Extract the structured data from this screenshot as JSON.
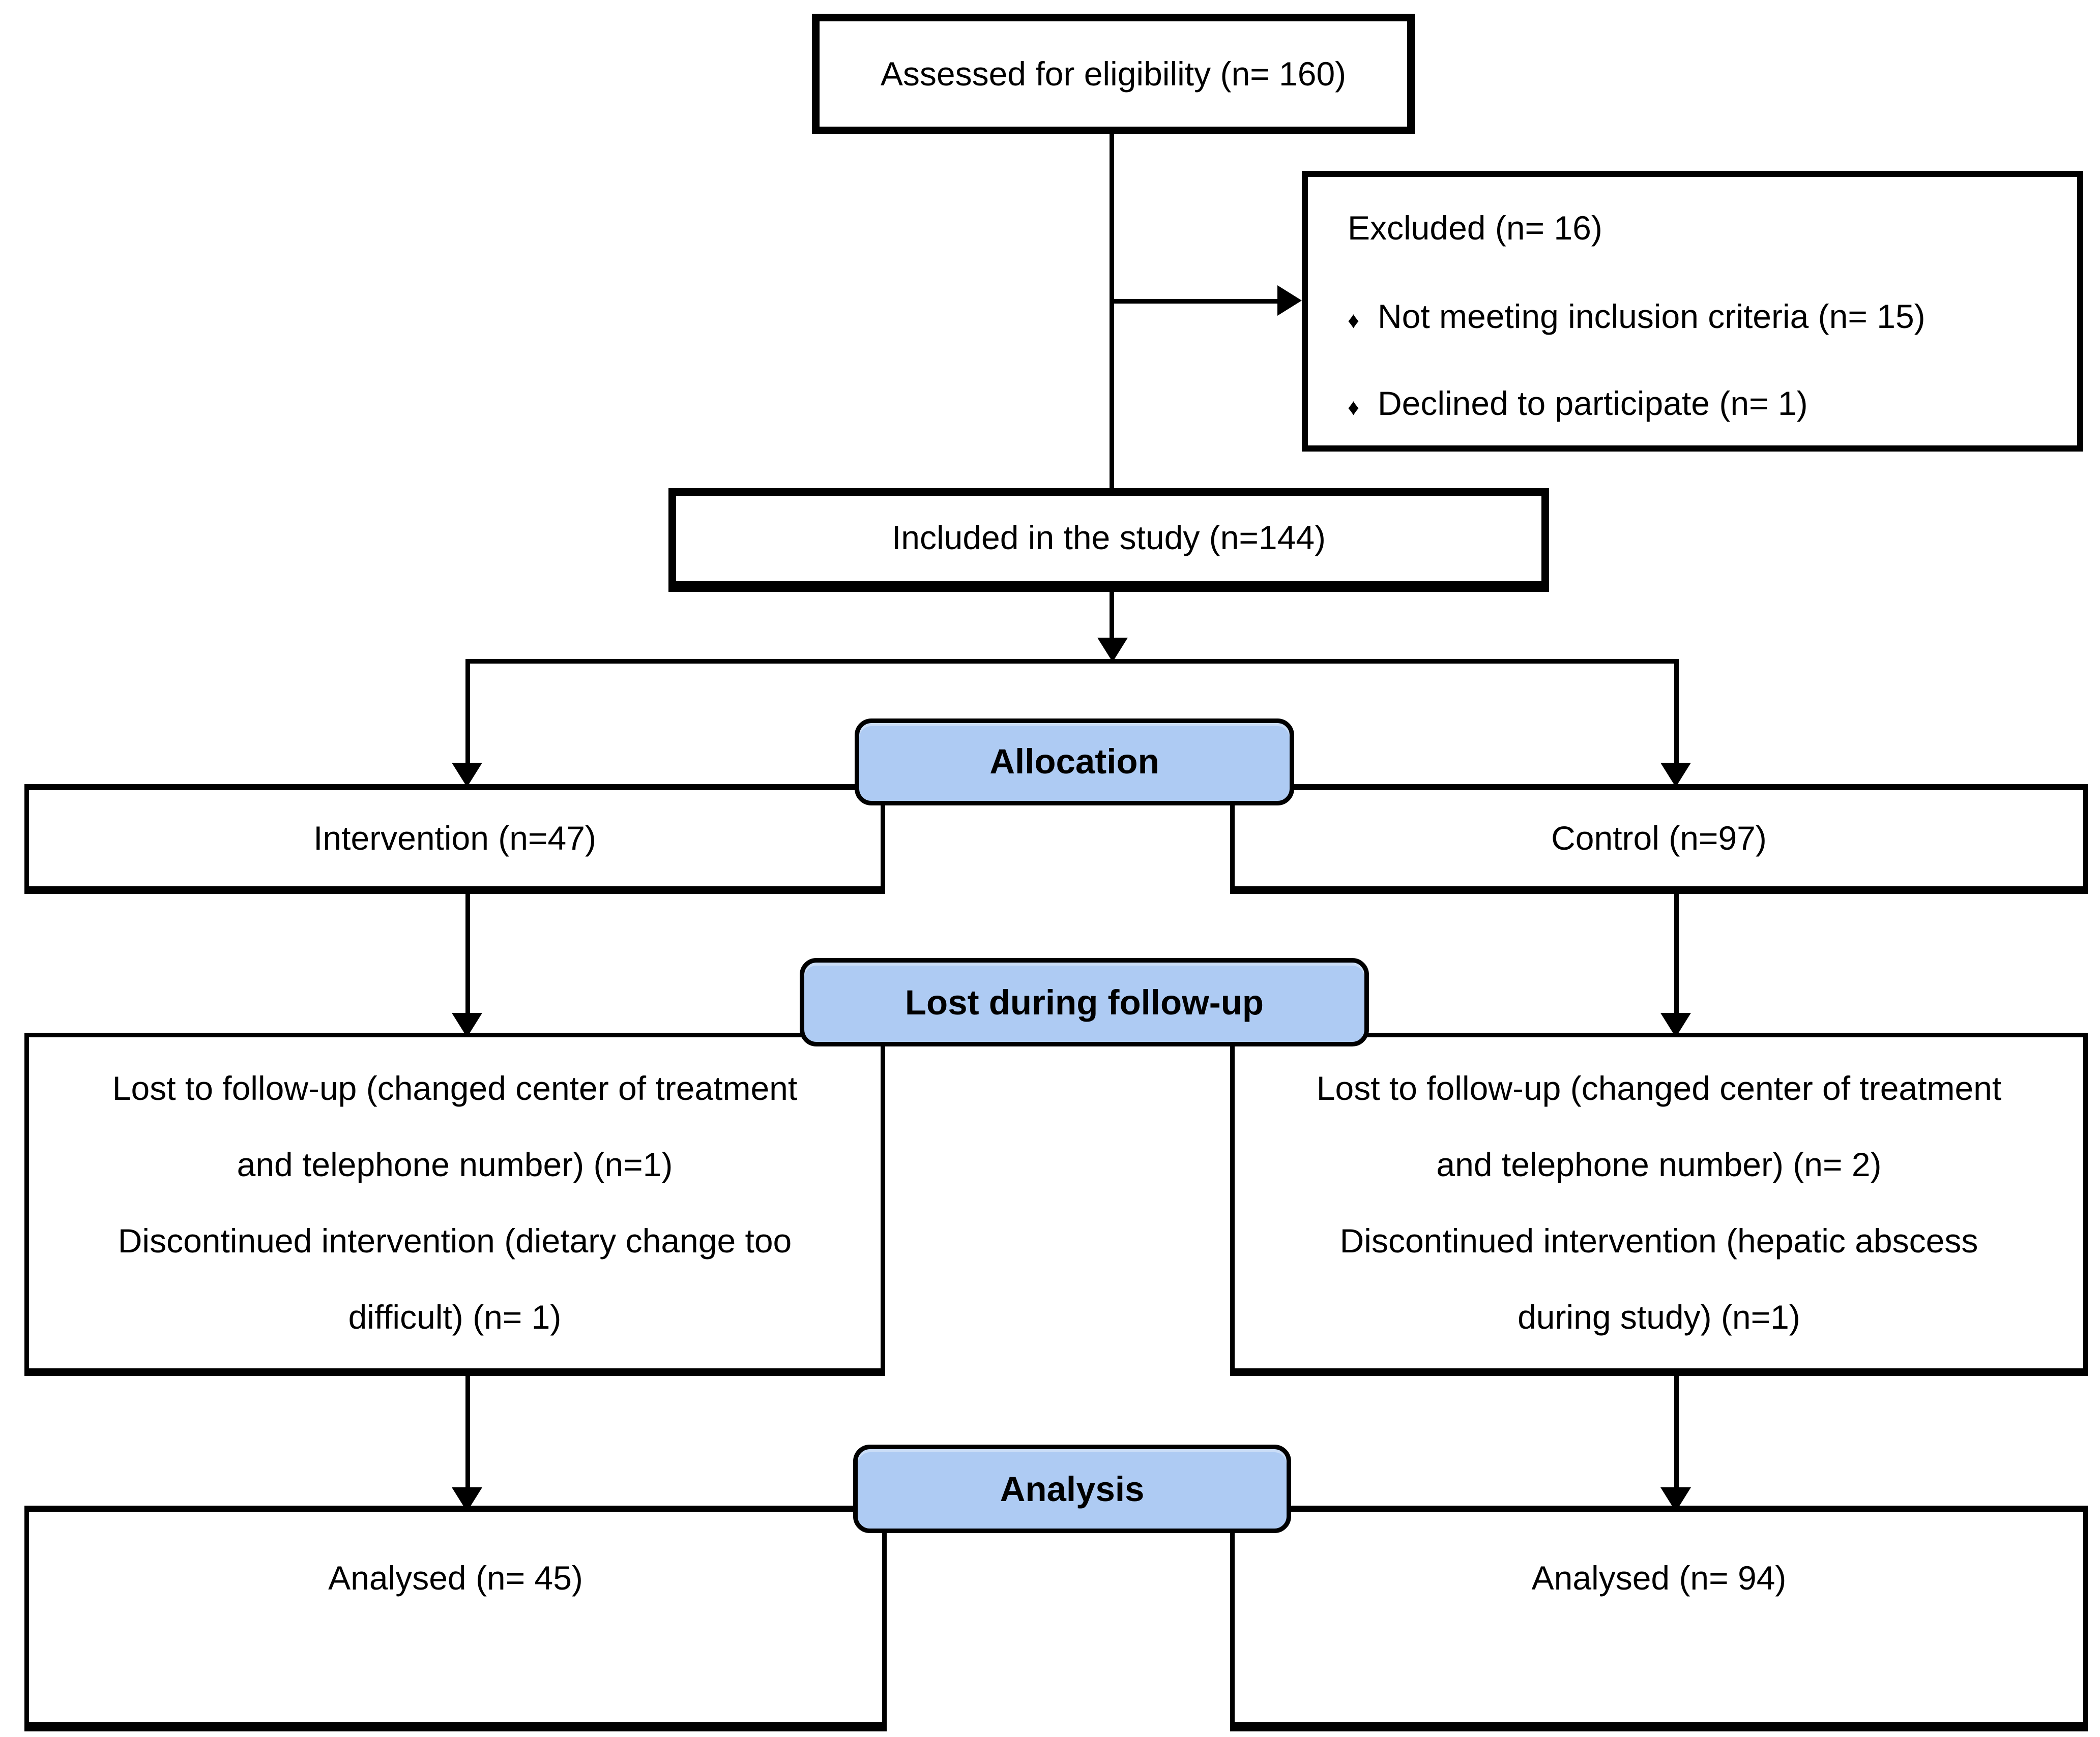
{
  "boxes": {
    "assessed": {
      "text": "Assessed for eligibility (n= 160)"
    },
    "excluded": {
      "title": "Excluded (n= 16)",
      "bullet_icon": "♦",
      "bullets": [
        "Not meeting inclusion criteria (n= 15)",
        "Declined to participate (n= 1)"
      ]
    },
    "included": {
      "text": "Included in the study (n=144)"
    },
    "intervention": {
      "text": "Intervention (n=47)"
    },
    "control": {
      "text": "Control (n=97)"
    },
    "lost_intervention": {
      "lines": [
        "Lost to follow-up (changed center of treatment",
        "and telephone number) (n=1)",
        "Discontinued intervention (dietary change too",
        "difficult) (n= 1)"
      ]
    },
    "lost_control": {
      "lines": [
        "Lost to follow-up (changed center of treatment",
        "and telephone number) (n= 2)",
        "Discontinued intervention (hepatic abscess",
        "during study) (n=1)"
      ]
    },
    "analysed_intervention": {
      "text": "Analysed (n= 45)"
    },
    "analysed_control": {
      "text": "Analysed (n= 94)"
    }
  },
  "ribbons": {
    "allocation": {
      "label": "Allocation"
    },
    "lost_during_follow_up": {
      "label": "Lost during follow-up"
    },
    "analysis": {
      "label": "Analysis"
    }
  },
  "colors": {
    "ribbon_fill": "#aecbf3",
    "line": "#000000",
    "box_background": "#ffffff",
    "text": "#000000"
  }
}
